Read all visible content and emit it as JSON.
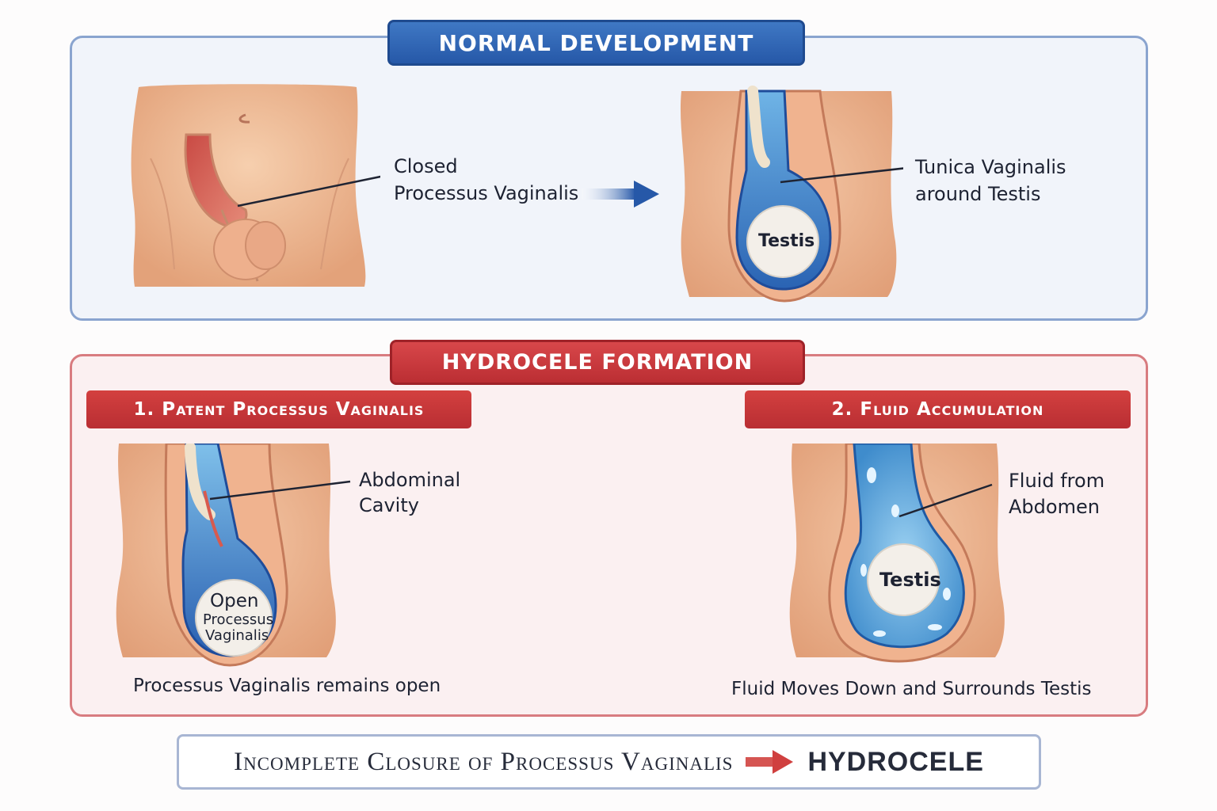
{
  "normal": {
    "title": "NORMAL DEVELOPMENT",
    "label_closed_line1": "Closed",
    "label_closed_line2": "Processus Vaginalis",
    "label_tunica_line1": "Tunica Vaginalis",
    "label_tunica_line2": "around Testis",
    "testis_label": "Testis"
  },
  "hydrocele": {
    "title": "HYDROCELE FORMATION",
    "step1": {
      "title": "1. Patent Processus Vaginalis",
      "label_line1": "Abdominal",
      "label_line2": "Cavity",
      "inner_line1": "Open",
      "inner_line2": "Processus",
      "inner_line3": "Vaginalis",
      "caption": "Processus Vaginalis remains open"
    },
    "step2": {
      "title": "2. Fluid Accumulation",
      "label_line1": "Fluid from",
      "label_line2": "Abdomen",
      "testis_label": "Testis",
      "caption": "Fluid Moves Down and Surrounds Testis"
    }
  },
  "summary": {
    "left": "Incomplete Closure of Processus Vaginalis",
    "right": "HYDROCELE"
  },
  "colors": {
    "blue_accent": "#2658a8",
    "red_accent": "#bb2e33",
    "skin": "#efb994",
    "fluid": "#5fa9dc"
  }
}
